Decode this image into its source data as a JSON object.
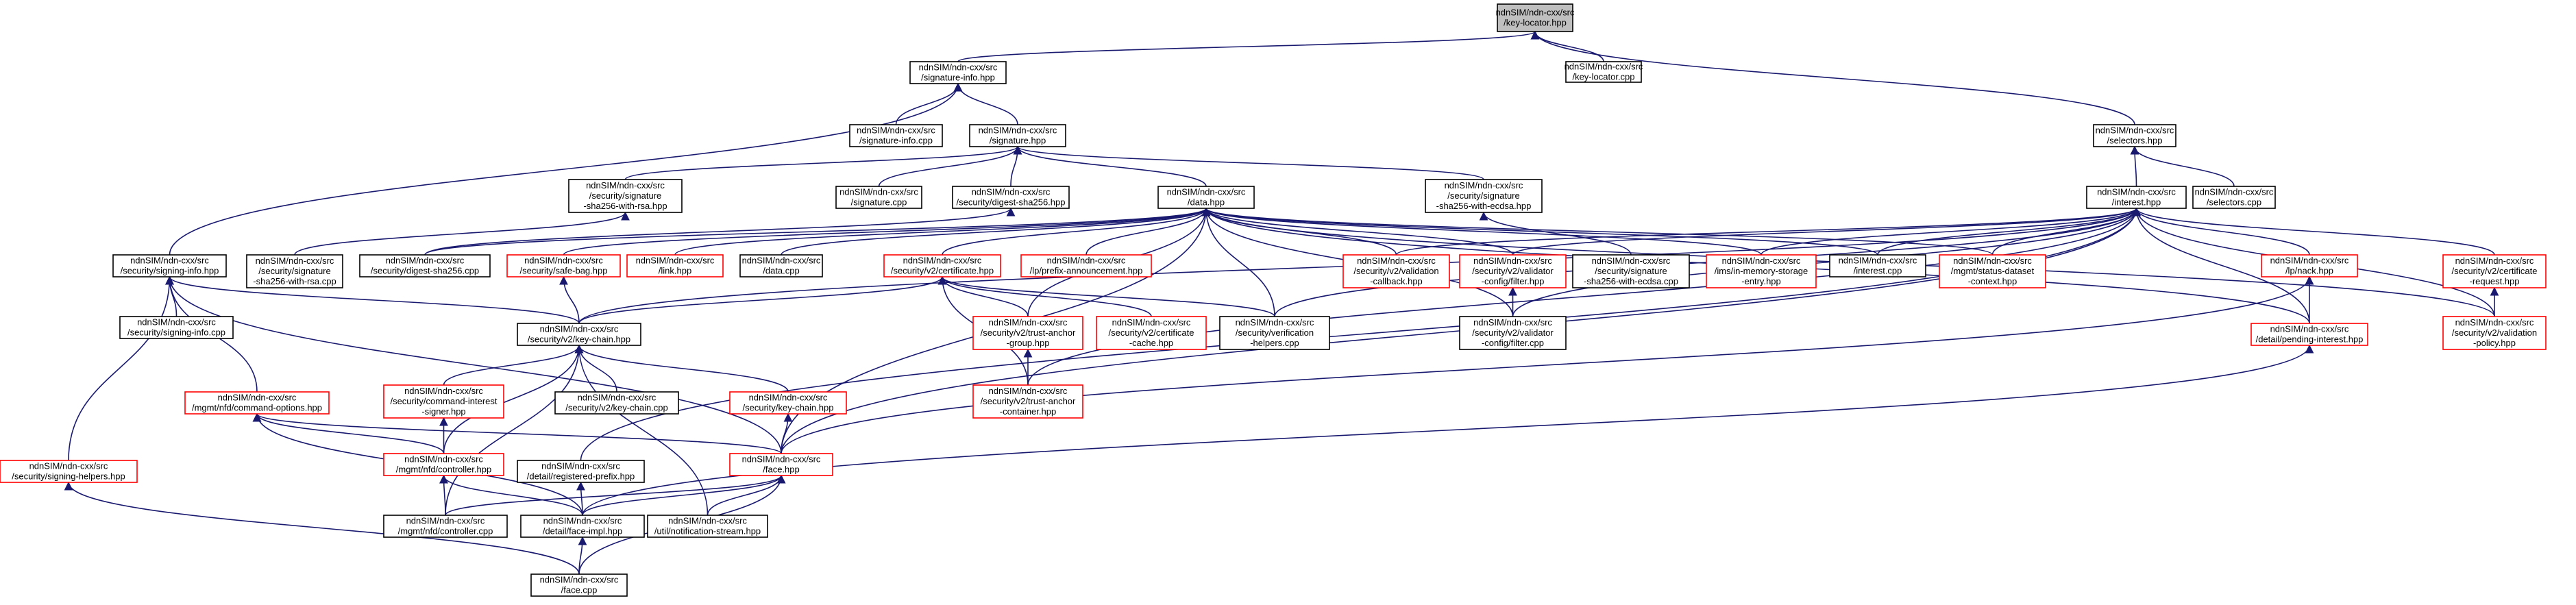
{
  "colors": {
    "root_fill": "#bfbfbf",
    "box_black": "#000000",
    "box_red": "#ff0000",
    "edge": "#191970"
  },
  "nodes": [
    {
      "id": "kl_hpp",
      "lines": [
        "ndnSIM/ndn-cxx/src",
        "/key-locator.hpp"
      ],
      "border": "grey"
    },
    {
      "id": "kl_cpp",
      "lines": [
        "ndnSIM/ndn-cxx/src",
        "/key-locator.cpp"
      ],
      "border": "black"
    },
    {
      "id": "siginfo_hpp",
      "lines": [
        "ndnSIM/ndn-cxx/src",
        "/signature-info.hpp"
      ],
      "border": "black"
    },
    {
      "id": "siginfo_cpp",
      "lines": [
        "ndnSIM/ndn-cxx/src",
        "/signature-info.cpp"
      ],
      "border": "black"
    },
    {
      "id": "sig_hpp",
      "lines": [
        "ndnSIM/ndn-cxx/src",
        "/signature.hpp"
      ],
      "border": "black"
    },
    {
      "id": "sel_hpp",
      "lines": [
        "ndnSIM/ndn-cxx/src",
        "/selectors.hpp"
      ],
      "border": "black"
    },
    {
      "id": "sel_cpp",
      "lines": [
        "ndnSIM/ndn-cxx/src",
        "/selectors.cpp"
      ],
      "border": "black"
    },
    {
      "id": "rsa_hpp",
      "lines": [
        "ndnSIM/ndn-cxx/src",
        "/security/signature",
        "-sha256-with-rsa.hpp"
      ],
      "border": "black"
    },
    {
      "id": "sig_cpp",
      "lines": [
        "ndnSIM/ndn-cxx/src",
        "/signature.cpp"
      ],
      "border": "black"
    },
    {
      "id": "dsha_hpp",
      "lines": [
        "ndnSIM/ndn-cxx/src",
        "/security/digest-sha256.hpp"
      ],
      "border": "black"
    },
    {
      "id": "data_hpp",
      "lines": [
        "ndnSIM/ndn-cxx/src",
        "/data.hpp"
      ],
      "border": "black"
    },
    {
      "id": "ecdsa_hpp",
      "lines": [
        "ndnSIM/ndn-cxx/src",
        "/security/signature",
        "-sha256-with-ecdsa.hpp"
      ],
      "border": "black"
    },
    {
      "id": "interest_hpp",
      "lines": [
        "ndnSIM/ndn-cxx/src",
        "/interest.hpp"
      ],
      "border": "black"
    },
    {
      "id": "signing_info_hpp",
      "lines": [
        "ndnSIM/ndn-cxx/src",
        "/security/signing-info.hpp"
      ],
      "border": "black"
    },
    {
      "id": "rsa_cpp",
      "lines": [
        "ndnSIM/ndn-cxx/src",
        "/security/signature",
        "-sha256-with-rsa.cpp"
      ],
      "border": "black"
    },
    {
      "id": "dsha_cpp",
      "lines": [
        "ndnSIM/ndn-cxx/src",
        "/security/digest-sha256.cpp"
      ],
      "border": "black"
    },
    {
      "id": "safebag_hpp",
      "lines": [
        "ndnSIM/ndn-cxx/src",
        "/security/safe-bag.hpp"
      ],
      "border": "red"
    },
    {
      "id": "link_hpp",
      "lines": [
        "ndnSIM/ndn-cxx/src",
        "/link.hpp"
      ],
      "border": "red"
    },
    {
      "id": "data_cpp",
      "lines": [
        "ndnSIM/ndn-cxx/src",
        "/data.cpp"
      ],
      "border": "black"
    },
    {
      "id": "cert_hpp",
      "lines": [
        "ndnSIM/ndn-cxx/src",
        "/security/v2/certificate.hpp"
      ],
      "border": "red"
    },
    {
      "id": "prefix_ann_hpp",
      "lines": [
        "ndnSIM/ndn-cxx/src",
        "/lp/prefix-announcement.hpp"
      ],
      "border": "red"
    },
    {
      "id": "valcb_hpp",
      "lines": [
        "ndnSIM/ndn-cxx/src",
        "/security/v2/validation",
        "-callback.hpp"
      ],
      "border": "red"
    },
    {
      "id": "valcfg_hpp",
      "lines": [
        "ndnSIM/ndn-cxx/src",
        "/security/v2/validator",
        "-config/filter.hpp"
      ],
      "border": "red"
    },
    {
      "id": "ecdsa_cpp",
      "lines": [
        "ndnSIM/ndn-cxx/src",
        "/security/signature",
        "-sha256-with-ecdsa.cpp"
      ],
      "border": "black"
    },
    {
      "id": "ims_hpp",
      "lines": [
        "ndnSIM/ndn-cxx/src",
        "/ims/in-memory-storage",
        "-entry.hpp"
      ],
      "border": "red"
    },
    {
      "id": "interest_cpp",
      "lines": [
        "ndnSIM/ndn-cxx/src",
        "/interest.cpp"
      ],
      "border": "black"
    },
    {
      "id": "statusds_hpp",
      "lines": [
        "ndnSIM/ndn-cxx/src",
        "/mgmt/status-dataset",
        "-context.hpp"
      ],
      "border": "red"
    },
    {
      "id": "nack_hpp",
      "lines": [
        "ndnSIM/ndn-cxx/src",
        "/lp/nack.hpp"
      ],
      "border": "red"
    },
    {
      "id": "certreq_hpp",
      "lines": [
        "ndnSIM/ndn-cxx/src",
        "/security/v2/certificate",
        "-request.hpp"
      ],
      "border": "red"
    },
    {
      "id": "signing_info_cpp",
      "lines": [
        "ndnSIM/ndn-cxx/src",
        "/security/signing-info.cpp"
      ],
      "border": "black"
    },
    {
      "id": "keychain_hpp",
      "lines": [
        "ndnSIM/ndn-cxx/src",
        "/security/v2/key-chain.hpp"
      ],
      "border": "black"
    },
    {
      "id": "ta_group_hpp",
      "lines": [
        "ndnSIM/ndn-cxx/src",
        "/security/v2/trust-anchor",
        "-group.hpp"
      ],
      "border": "red"
    },
    {
      "id": "certcache_hpp",
      "lines": [
        "ndnSIM/ndn-cxx/src",
        "/security/v2/certificate",
        "-cache.hpp"
      ],
      "border": "red"
    },
    {
      "id": "verif_cpp",
      "lines": [
        "ndnSIM/ndn-cxx/src",
        "/security/verification",
        "-helpers.cpp"
      ],
      "border": "black"
    },
    {
      "id": "valfilter_cpp",
      "lines": [
        "ndnSIM/ndn-cxx/src",
        "/security/v2/validator",
        "-config/filter.cpp"
      ],
      "border": "black"
    },
    {
      "id": "pending_hpp",
      "lines": [
        "ndnSIM/ndn-cxx/src",
        "/detail/pending-interest.hpp"
      ],
      "border": "red"
    },
    {
      "id": "valpol_hpp",
      "lines": [
        "ndnSIM/ndn-cxx/src",
        "/security/v2/validation",
        "-policy.hpp"
      ],
      "border": "red"
    },
    {
      "id": "cmdopt_hpp",
      "lines": [
        "ndnSIM/ndn-cxx/src",
        "/mgmt/nfd/command-options.hpp"
      ],
      "border": "red"
    },
    {
      "id": "cmdsigner_hpp",
      "lines": [
        "ndnSIM/ndn-cxx/src",
        "/security/command-interest",
        "-signer.hpp"
      ],
      "border": "red"
    },
    {
      "id": "keychain_cpp",
      "lines": [
        "ndnSIM/ndn-cxx/src",
        "/security/v2/key-chain.cpp"
      ],
      "border": "black"
    },
    {
      "id": "seckc_hpp",
      "lines": [
        "ndnSIM/ndn-cxx/src",
        "/security/key-chain.hpp"
      ],
      "border": "red"
    },
    {
      "id": "ta_cont_hpp",
      "lines": [
        "ndnSIM/ndn-cxx/src",
        "/security/v2/trust-anchor",
        "-container.hpp"
      ],
      "border": "red"
    },
    {
      "id": "signhelp_hpp",
      "lines": [
        "ndnSIM/ndn-cxx/src",
        "/security/signing-helpers.hpp"
      ],
      "border": "red"
    },
    {
      "id": "ctrl_hpp",
      "lines": [
        "ndnSIM/ndn-cxx/src",
        "/mgmt/nfd/controller.hpp"
      ],
      "border": "red"
    },
    {
      "id": "regpfx_hpp",
      "lines": [
        "ndnSIM/ndn-cxx/src",
        "/detail/registered-prefix.hpp"
      ],
      "border": "black"
    },
    {
      "id": "face_hpp",
      "lines": [
        "ndnSIM/ndn-cxx/src",
        "/face.hpp"
      ],
      "border": "red"
    },
    {
      "id": "ctrl_cpp",
      "lines": [
        "ndnSIM/ndn-cxx/src",
        "/mgmt/nfd/controller.cpp"
      ],
      "border": "black"
    },
    {
      "id": "faceimpl_hpp",
      "lines": [
        "ndnSIM/ndn-cxx/src",
        "/detail/face-impl.hpp"
      ],
      "border": "black"
    },
    {
      "id": "notif_hpp",
      "lines": [
        "ndnSIM/ndn-cxx/src",
        "/util/notification-stream.hpp"
      ],
      "border": "black"
    },
    {
      "id": "face_cpp",
      "lines": [
        "ndnSIM/ndn-cxx/src",
        "/face.cpp"
      ],
      "border": "black"
    }
  ],
  "edges": [
    [
      "kl_cpp",
      "kl_hpp"
    ],
    [
      "siginfo_hpp",
      "kl_hpp"
    ],
    [
      "sel_hpp",
      "kl_hpp"
    ],
    [
      "siginfo_cpp",
      "siginfo_hpp"
    ],
    [
      "sig_hpp",
      "siginfo_hpp"
    ],
    [
      "signing_info_hpp",
      "siginfo_hpp"
    ],
    [
      "sel_cpp",
      "sel_hpp"
    ],
    [
      "interest_hpp",
      "sel_hpp"
    ],
    [
      "rsa_hpp",
      "sig_hpp"
    ],
    [
      "sig_cpp",
      "sig_hpp"
    ],
    [
      "dsha_hpp",
      "sig_hpp"
    ],
    [
      "data_hpp",
      "sig_hpp"
    ],
    [
      "ecdsa_hpp",
      "sig_hpp"
    ],
    [
      "rsa_cpp",
      "rsa_hpp"
    ],
    [
      "dsha_cpp",
      "dsha_hpp"
    ],
    [
      "ecdsa_cpp",
      "ecdsa_hpp"
    ],
    [
      "signing_info_cpp",
      "signing_info_hpp"
    ],
    [
      "keychain_hpp",
      "signing_info_hpp"
    ],
    [
      "cmdopt_hpp",
      "signing_info_hpp"
    ],
    [
      "signhelp_hpp",
      "signing_info_hpp"
    ],
    [
      "face_hpp",
      "signing_info_hpp"
    ],
    [
      "safebag_hpp",
      "data_hpp"
    ],
    [
      "link_hpp",
      "data_hpp"
    ],
    [
      "data_cpp",
      "data_hpp"
    ],
    [
      "cert_hpp",
      "data_hpp"
    ],
    [
      "prefix_ann_hpp",
      "data_hpp"
    ],
    [
      "valcb_hpp",
      "data_hpp"
    ],
    [
      "valcfg_hpp",
      "data_hpp"
    ],
    [
      "ims_hpp",
      "data_hpp"
    ],
    [
      "interest_cpp",
      "data_hpp"
    ],
    [
      "statusds_hpp",
      "data_hpp"
    ],
    [
      "ta_group_hpp",
      "data_hpp"
    ],
    [
      "verif_cpp",
      "data_hpp"
    ],
    [
      "valfilter_cpp",
      "data_hpp"
    ],
    [
      "pending_hpp",
      "data_hpp"
    ],
    [
      "valpol_hpp",
      "data_hpp"
    ],
    [
      "face_hpp",
      "data_hpp"
    ],
    [
      "dsha_cpp",
      "data_hpp"
    ],
    [
      "valcb_hpp",
      "interest_hpp"
    ],
    [
      "valcfg_hpp",
      "interest_hpp"
    ],
    [
      "ims_hpp",
      "interest_hpp"
    ],
    [
      "interest_cpp",
      "interest_hpp"
    ],
    [
      "statusds_hpp",
      "interest_hpp"
    ],
    [
      "nack_hpp",
      "interest_hpp"
    ],
    [
      "certreq_hpp",
      "interest_hpp"
    ],
    [
      "pending_hpp",
      "interest_hpp"
    ],
    [
      "valpol_hpp",
      "interest_hpp"
    ],
    [
      "keychain_hpp",
      "interest_hpp"
    ],
    [
      "verif_cpp",
      "interest_hpp"
    ],
    [
      "valfilter_cpp",
      "interest_hpp"
    ],
    [
      "face_hpp",
      "interest_hpp"
    ],
    [
      "regpfx_hpp",
      "interest_hpp"
    ],
    [
      "ta_cont_hpp",
      "interest_hpp"
    ],
    [
      "keychain_hpp",
      "safebag_hpp"
    ],
    [
      "keychain_hpp",
      "cert_hpp"
    ],
    [
      "ta_group_hpp",
      "cert_hpp"
    ],
    [
      "certcache_hpp",
      "cert_hpp"
    ],
    [
      "verif_cpp",
      "cert_hpp"
    ],
    [
      "ta_cont_hpp",
      "cert_hpp"
    ],
    [
      "valfilter_cpp",
      "valcfg_hpp"
    ],
    [
      "pending_hpp",
      "nack_hpp"
    ],
    [
      "face_hpp",
      "nack_hpp"
    ],
    [
      "faceimpl_hpp",
      "pending_hpp"
    ],
    [
      "valpol_hpp",
      "certreq_hpp"
    ],
    [
      "cmdsigner_hpp",
      "keychain_hpp"
    ],
    [
      "keychain_cpp",
      "keychain_hpp"
    ],
    [
      "seckc_hpp",
      "keychain_hpp"
    ],
    [
      "ctrl_hpp",
      "keychain_hpp"
    ],
    [
      "ctrl_cpp",
      "keychain_hpp"
    ],
    [
      "notif_hpp",
      "keychain_hpp"
    ],
    [
      "ta_cont_hpp",
      "ta_group_hpp"
    ],
    [
      "ctrl_hpp",
      "cmdopt_hpp"
    ],
    [
      "faceimpl_hpp",
      "cmdopt_hpp"
    ],
    [
      "face_hpp",
      "cmdopt_hpp"
    ],
    [
      "ctrl_hpp",
      "cmdsigner_hpp"
    ],
    [
      "face_hpp",
      "seckc_hpp"
    ],
    [
      "face_cpp",
      "signhelp_hpp"
    ],
    [
      "ctrl_cpp",
      "ctrl_hpp"
    ],
    [
      "faceimpl_hpp",
      "ctrl_hpp"
    ],
    [
      "faceimpl_hpp",
      "regpfx_hpp"
    ],
    [
      "ctrl_cpp",
      "face_hpp"
    ],
    [
      "faceimpl_hpp",
      "face_hpp"
    ],
    [
      "notif_hpp",
      "face_hpp"
    ],
    [
      "face_cpp",
      "face_hpp"
    ],
    [
      "face_cpp",
      "faceimpl_hpp"
    ]
  ]
}
